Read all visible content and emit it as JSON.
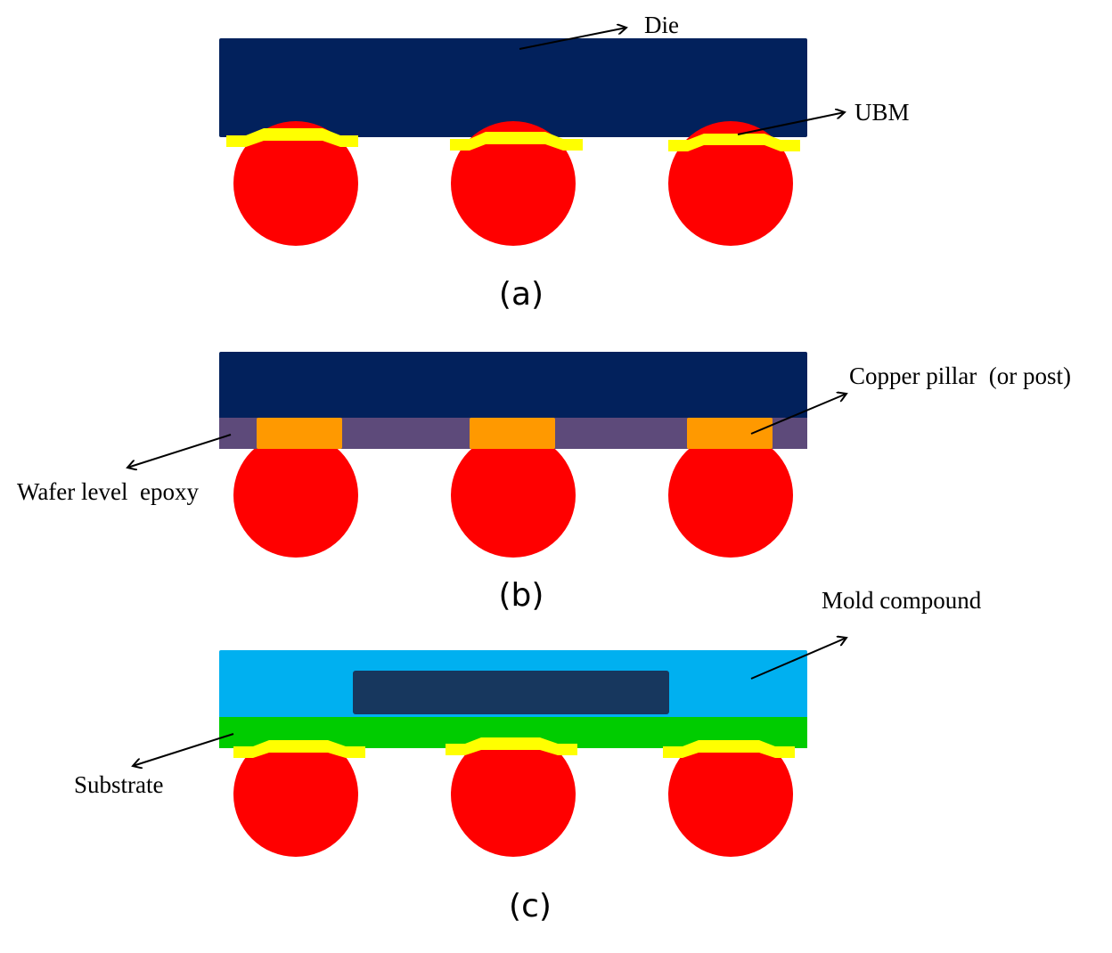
{
  "panels": {
    "a": {
      "caption": "(a)",
      "labels": {
        "die": "Die",
        "ubm": "UBM"
      }
    },
    "b": {
      "caption": "(b)",
      "labels": {
        "copper_pillar": "Copper pillar  (or post)",
        "wafer_epoxy": "Wafer level  epoxy"
      }
    },
    "c": {
      "caption": "(c)",
      "labels": {
        "mold_compound": "Mold compound",
        "substrate": "Substrate"
      }
    }
  },
  "colors": {
    "die": "#02215c",
    "solder_ball": "#ff0000",
    "ubm": "#ffff00",
    "epoxy": "#5d4a7a",
    "copper_pillar": "#ff9900",
    "mold_compound": "#00b0f0",
    "inner_die": "#17375e",
    "substrate": "#00cc00"
  }
}
